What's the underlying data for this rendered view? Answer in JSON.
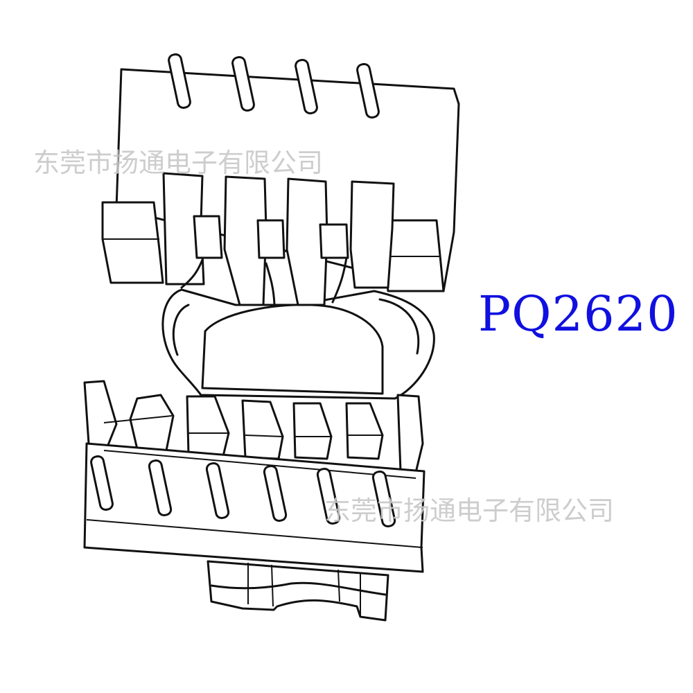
{
  "product": {
    "model": "PQ2620",
    "model_color": "#1010e0"
  },
  "watermarks": [
    {
      "text": "东莞市扬通电子有限公司",
      "color": "#c8c8c8"
    },
    {
      "text": "东莞市扬通电子有限公司",
      "color": "#c8c8c8"
    }
  ],
  "drawing": {
    "subject": "bobbin-line-drawing",
    "line_color": "#111111",
    "top_pin_count": 4,
    "bottom_pin_count": 6
  }
}
